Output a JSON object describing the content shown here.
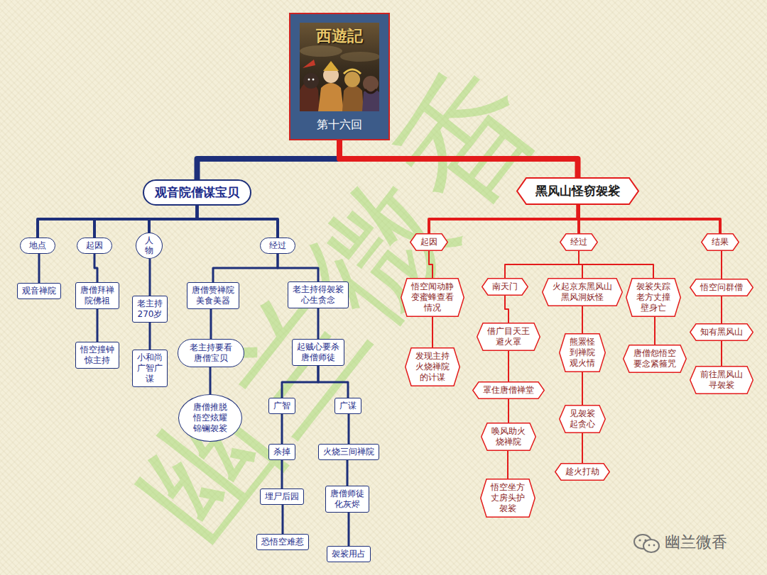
{
  "diagram": {
    "nodes": [
      {
        "text": [
          "第十六回"
        ]
      },
      {
        "text": [
          "观音院僧谋宝贝"
        ]
      },
      {
        "text": [
          "黑风山怪窃袈裟"
        ]
      },
      {
        "text": [
          "地点"
        ]
      },
      {
        "text": [
          "起因"
        ]
      },
      {
        "text": [
          "人物"
        ]
      },
      {
        "text": [
          "经过"
        ]
      },
      {
        "text": [
          "观音禅院"
        ]
      },
      {
        "text": [
          "唐僧拜禅院佛祖"
        ]
      },
      {
        "text": [
          "悟空撞钟惊主持"
        ]
      },
      {
        "text": [
          "老主持270岁"
        ]
      },
      {
        "text": [
          "小和尚广智广谋"
        ]
      },
      {
        "text": [
          "唐僧赞禅院美食美器"
        ]
      },
      {
        "text": [
          "老主持要看唐僧宝贝"
        ]
      },
      {
        "text": [
          "唐僧推脱悟空炫耀锦镧袈裟"
        ]
      },
      {
        "text": [
          "老主持得袈裟心生贪念"
        ]
      },
      {
        "text": [
          "起贼心要杀唐僧师徒"
        ]
      },
      {
        "text": [
          "广智"
        ]
      },
      {
        "text": [
          "广谋"
        ]
      },
      {
        "text": [
          "杀掉"
        ]
      },
      {
        "text": [
          "埋尸后园"
        ]
      },
      {
        "text": [
          "恐悟空难惹"
        ]
      },
      {
        "text": [
          "火烧三间禅院"
        ]
      },
      {
        "text": [
          "唐僧师徒化灰烬"
        ]
      },
      {
        "text": [
          "袈裟用占"
        ]
      },
      {
        "text": [
          "起因"
        ]
      },
      {
        "text": [
          "经过"
        ]
      },
      {
        "text": [
          "结果"
        ]
      },
      {
        "text": [
          "悟空闻动静变蜜蜂查看情况"
        ]
      },
      {
        "text": [
          "发现主持火烧禅院的计谋"
        ]
      },
      {
        "text": [
          "南天门"
        ]
      },
      {
        "text": [
          "借广目天王避火罩"
        ]
      },
      {
        "text": [
          "罩住唐僧禅堂"
        ]
      },
      {
        "text": [
          "唤风助火烧禅院"
        ]
      },
      {
        "text": [
          "悟空坐方丈房头护袈裟"
        ]
      },
      {
        "text": [
          "火起京东黑风山黑风洞妖怪"
        ]
      },
      {
        "text": [
          "熊罴怪到禅院观火情"
        ]
      },
      {
        "text": [
          "见袈裟起贪心"
        ]
      },
      {
        "text": [
          "趁火打劫"
        ]
      },
      {
        "text": [
          "袈裟失踪老方丈撞壁身亡"
        ]
      },
      {
        "text": [
          "唐僧怨悟空要念紧箍咒"
        ]
      },
      {
        "text": [
          "悟空问群僧"
        ]
      },
      {
        "text": [
          "知有黑风山"
        ]
      },
      {
        "text": [
          "前往黑风山寻袈裟"
        ]
      }
    ],
    "edges": [
      {
        "from": 0,
        "to": 1,
        "arrow": "none"
      },
      {
        "from": 0,
        "to": 2,
        "arrow": "none"
      },
      {
        "from": 1,
        "to": 3,
        "arrow": "none"
      },
      {
        "from": 1,
        "to": 4,
        "arrow": "none"
      },
      {
        "from": 1,
        "to": 5,
        "arrow": "none"
      },
      {
        "from": 1,
        "to": 6,
        "arrow": "none"
      },
      {
        "from": 3,
        "to": 7,
        "arrow": "none"
      },
      {
        "from": 4,
        "to": 8,
        "arrow": "none"
      },
      {
        "from": 8,
        "to": 9,
        "arrow": "none"
      },
      {
        "from": 5,
        "to": 10,
        "arrow": "none"
      },
      {
        "from": 10,
        "to": 11,
        "arrow": "none"
      },
      {
        "from": 6,
        "to": 12,
        "arrow": "none"
      },
      {
        "from": 12,
        "to": 13,
        "arrow": "none"
      },
      {
        "from": 13,
        "to": 14,
        "arrow": "none"
      },
      {
        "from": 6,
        "to": 15,
        "arrow": "none"
      },
      {
        "from": 15,
        "to": 16,
        "arrow": "none"
      },
      {
        "from": 16,
        "to": 17,
        "arrow": "none"
      },
      {
        "from": 16,
        "to": 18,
        "arrow": "none"
      },
      {
        "from": 17,
        "to": 19,
        "arrow": "none"
      },
      {
        "from": 19,
        "to": 20,
        "arrow": "none"
      },
      {
        "from": 20,
        "to": 21,
        "arrow": "none"
      },
      {
        "from": 18,
        "to": 22,
        "arrow": "none"
      },
      {
        "from": 22,
        "to": 23,
        "arrow": "none"
      },
      {
        "from": 23,
        "to": 24,
        "arrow": "none"
      },
      {
        "from": 2,
        "to": 25,
        "arrow": "none"
      },
      {
        "from": 2,
        "to": 26,
        "arrow": "none"
      },
      {
        "from": 2,
        "to": 27,
        "arrow": "none"
      },
      {
        "from": 25,
        "to": 28,
        "arrow": "none"
      },
      {
        "from": 28,
        "to": 29,
        "arrow": "none"
      },
      {
        "from": 26,
        "to": 30,
        "arrow": "none"
      },
      {
        "from": 30,
        "to": 31,
        "arrow": "none"
      },
      {
        "from": 31,
        "to": 32,
        "arrow": "none"
      },
      {
        "from": 32,
        "to": 33,
        "arrow": "none"
      },
      {
        "from": 33,
        "to": 34,
        "arrow": "none"
      },
      {
        "from": 26,
        "to": 35,
        "arrow": "none"
      },
      {
        "from": 35,
        "to": 36,
        "arrow": "none"
      },
      {
        "from": 36,
        "to": 37,
        "arrow": "none"
      },
      {
        "from": 37,
        "to": 38,
        "arrow": "none"
      },
      {
        "from": 26,
        "to": 39,
        "arrow": "none"
      },
      {
        "from": 39,
        "to": 40,
        "arrow": "none"
      },
      {
        "from": 27,
        "to": 41,
        "arrow": "none"
      },
      {
        "from": 41,
        "to": 42,
        "arrow": "none"
      },
      {
        "from": 42,
        "to": 43,
        "arrow": "none"
      }
    ],
    "labels": [
      "西遊記",
      "幽兰微香",
      "幽兰微香"
    ]
  }
}
